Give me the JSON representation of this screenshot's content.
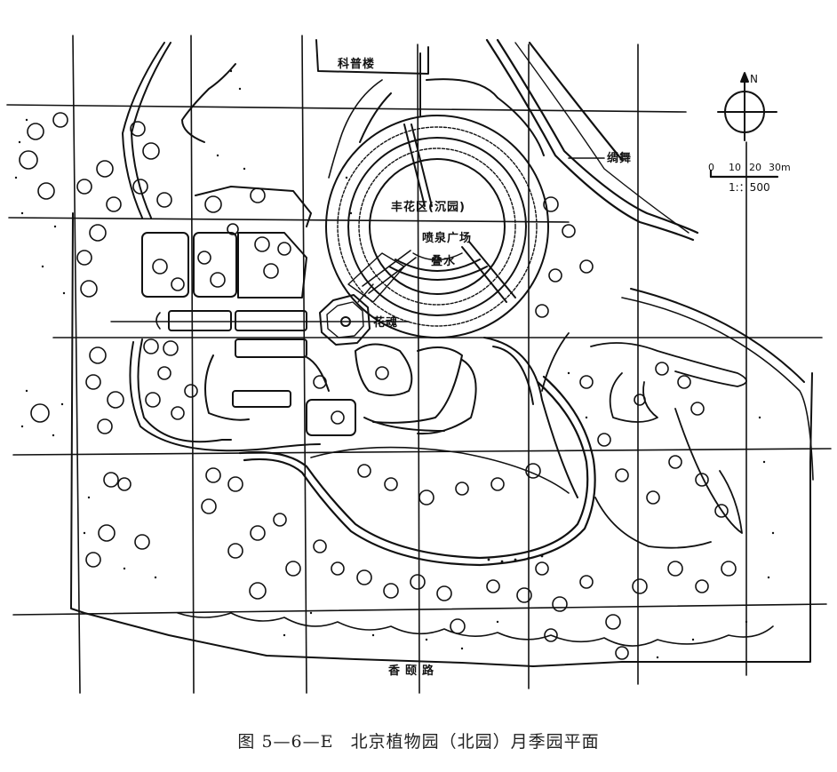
{
  "figure": {
    "number": "图 5—6—E",
    "title": "北京植物园（北园）月季园平面"
  },
  "map": {
    "labels": {
      "science_building": "科普楼",
      "sunken_garden": "丰花区(沉园)",
      "fountain_plaza": "喷泉广场",
      "cascade": "叠水",
      "flower_soul": "花魂",
      "silk_dance": "绸舞",
      "road": "香颐路"
    },
    "north_arrow": {
      "label": "N"
    },
    "scale_bar": {
      "ticks": [
        "0",
        "10",
        "20",
        "30m"
      ],
      "ratio": "1:：500"
    },
    "colors": {
      "ink": "#111111",
      "paper": "#ffffff"
    }
  }
}
